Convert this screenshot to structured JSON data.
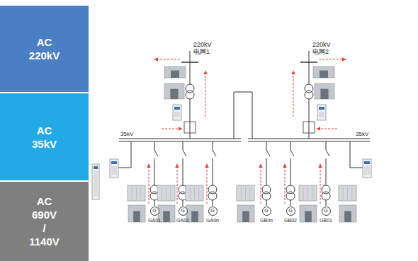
{
  "diagram": {
    "nodes": [
      {
        "text": [
          "AC 220kV"
        ]
      },
      {
        "text": [
          "AC 35kV"
        ]
      },
      {
        "text": [
          "AC 690V / 1140V"
        ]
      },
      {
        "text": [
          "G",
          "GA01"
        ]
      },
      {
        "text": [
          "G",
          "GA02"
        ]
      },
      {
        "text": [
          "G",
          "GA0n"
        ]
      },
      {
        "text": [
          "G",
          "GB0n"
        ]
      },
      {
        "text": [
          "G",
          "GB02"
        ]
      },
      {
        "text": [
          "G",
          "GB01"
        ]
      }
    ],
    "labels": [
      "220kV 电网1",
      "220kV 电网2",
      "35kV",
      "35kV"
    ]
  }
}
